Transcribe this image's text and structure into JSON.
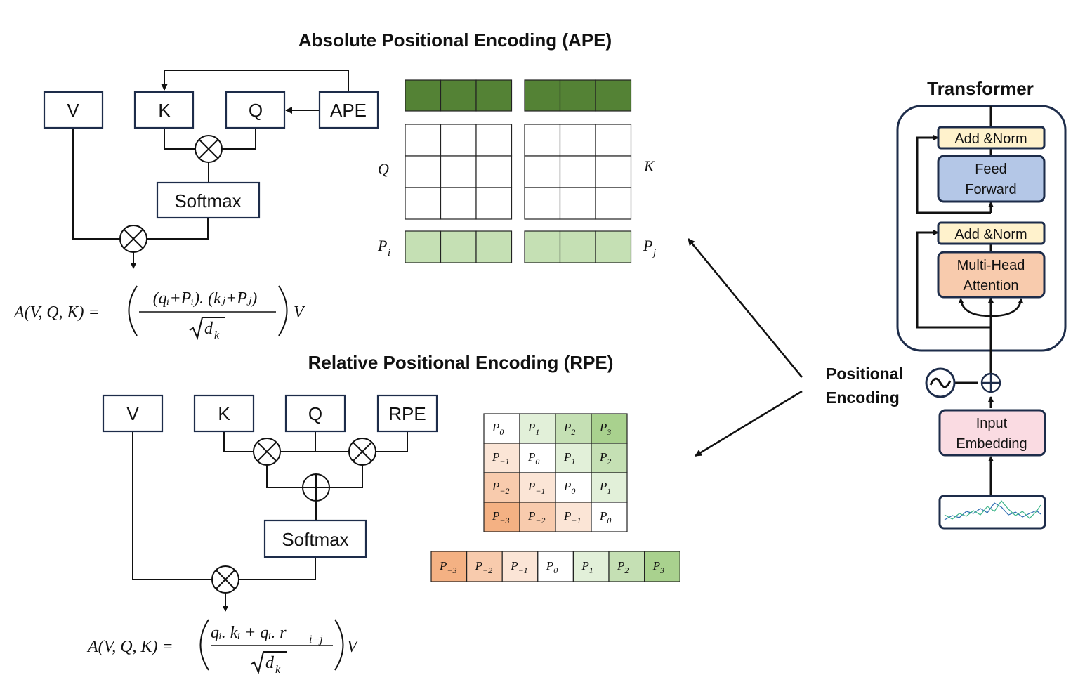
{
  "ape": {
    "title": "Absolute Positional Encoding (APE)",
    "boxes": {
      "v": "V",
      "k": "K",
      "q": "Q",
      "pe": "APE",
      "softmax": "Softmax"
    },
    "matrix_labels": {
      "q": "Q",
      "k": "K",
      "pi": "P",
      "pi_sub": "i",
      "pj": "P",
      "pj_sub": "j"
    },
    "formula": {
      "lhs": "A(V, Q, K) = ",
      "numerator": "(qᵢ+Pᵢ). (kⱼ+Pⱼ)",
      "denominator": "d",
      "denominator_sub": "k",
      "rhs": "V"
    },
    "colors": {
      "top_bar": "#548235",
      "bottom_bar": "#c5e0b4"
    }
  },
  "rpe": {
    "title": "Relative Positional Encoding (RPE)",
    "boxes": {
      "v": "V",
      "k": "K",
      "q": "Q",
      "pe": "RPE",
      "softmax": "Softmax"
    },
    "matrix": [
      [
        "0",
        "1",
        "2",
        "3"
      ],
      [
        "−1",
        "0",
        "1",
        "2"
      ],
      [
        "−2",
        "−1",
        "0",
        "1"
      ],
      [
        "−3",
        "−2",
        "−1",
        "0"
      ]
    ],
    "strip": [
      "−3",
      "−2",
      "−1",
      "0",
      "1",
      "2",
      "3"
    ],
    "cell_prefix": "P",
    "colors": {
      "-3": "#f4b183",
      "-2": "#f8cbad",
      "-1": "#fbe5d6",
      "0": "#ffffff",
      "1": "#e2f0d9",
      "2": "#c5e0b4",
      "3": "#a9d18e"
    },
    "formula": {
      "lhs": "A(V, Q, K) = ",
      "numerator": "qᵢ. kᵢ + qᵢ. r",
      "numerator_sub": "i−j",
      "denominator": "d",
      "denominator_sub": "k",
      "rhs": "V"
    }
  },
  "connector": {
    "label_line1": "Positional",
    "label_line2": "Encoding"
  },
  "transformer": {
    "title": "Transformer",
    "add_norm_top": "Add &Norm",
    "feed_forward_1": "Feed",
    "feed_forward_2": "Forward",
    "add_norm_bottom": "Add &Norm",
    "mha_1": "Multi-Head",
    "mha_2": "Attention",
    "input_1": "Input",
    "input_2": "Embedding",
    "colors": {
      "add_norm": "#fff2cc",
      "feed_forward": "#b4c7e7",
      "attention": "#f8cbad",
      "embedding": "#fadbe2",
      "border": "#1d2c4a"
    }
  }
}
